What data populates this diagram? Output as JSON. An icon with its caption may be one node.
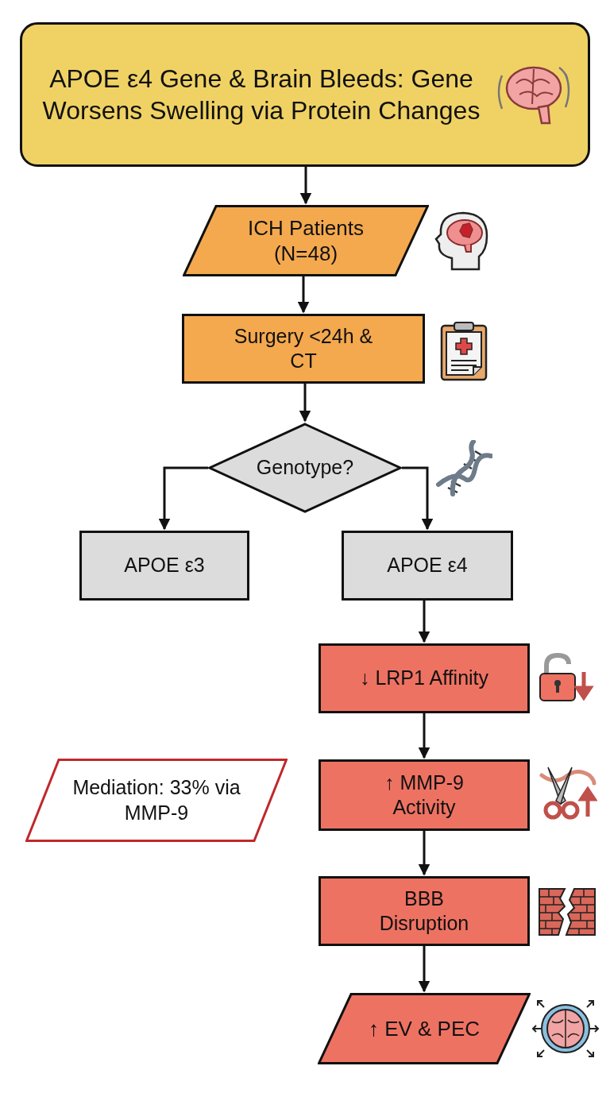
{
  "diagram": {
    "nodes": [
      {
        "text": [
          "APOE ε4 Gene & Brain Bleeds: Gene Worsens Swelling via Protein Changes"
        ]
      },
      {
        "text": [
          "ICH Patients (N=48)"
        ]
      },
      {
        "text": [
          "Surgery <24h & CT"
        ]
      },
      {
        "text": [
          "Genotype?"
        ]
      },
      {
        "text": [
          "APOE ε3"
        ]
      },
      {
        "text": [
          "APOE ε4"
        ]
      },
      {
        "text": [
          "↓ LRP1 Affinity"
        ]
      },
      {
        "text": [
          "Mediation: 33% via MMP-9"
        ]
      },
      {
        "text": [
          "↑ MMP-9 Activity"
        ]
      },
      {
        "text": [
          "BBB Disruption"
        ]
      },
      {
        "text": [
          "↑ EV & PEC"
        ]
      }
    ],
    "edges": [
      {
        "from": 0,
        "to": 1,
        "arrow": "to"
      },
      {
        "from": 1,
        "to": 2,
        "arrow": "to"
      },
      {
        "from": 2,
        "to": 3,
        "arrow": "to"
      },
      {
        "from": 3,
        "to": 4,
        "arrow": "to"
      },
      {
        "from": 3,
        "to": 5,
        "arrow": "to"
      },
      {
        "from": 5,
        "to": 6,
        "arrow": "to"
      },
      {
        "from": 6,
        "to": 8,
        "arrow": "to"
      },
      {
        "from": 8,
        "to": 9,
        "arrow": "to"
      },
      {
        "from": 9,
        "to": 10,
        "arrow": "to"
      }
    ]
  }
}
